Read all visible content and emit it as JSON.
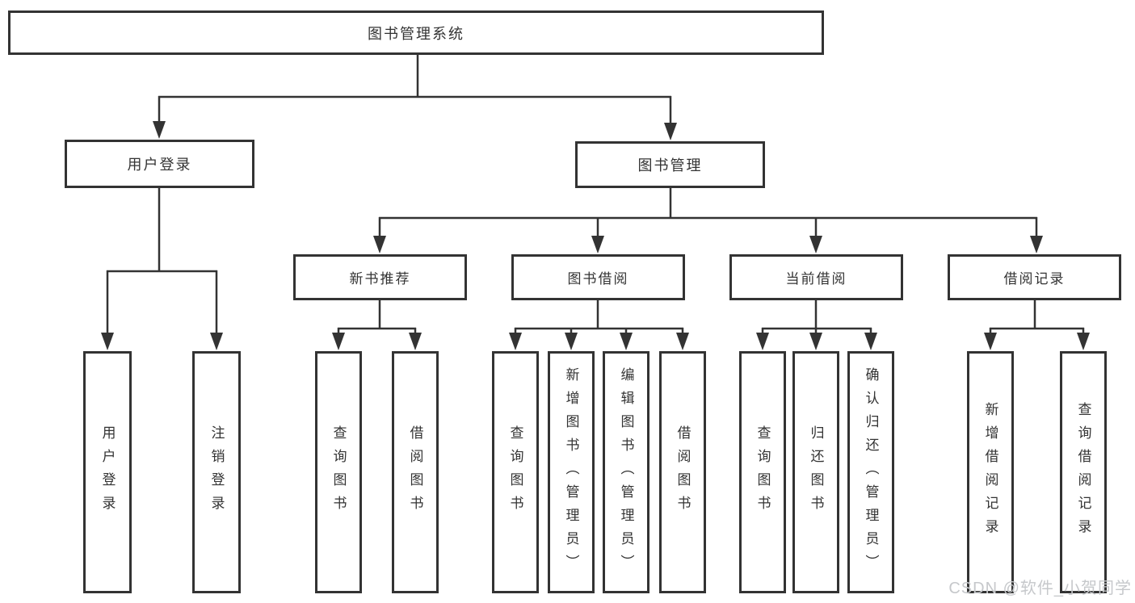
{
  "tree": {
    "root": {
      "label": "图书管理系统"
    },
    "branches": [
      {
        "label": "用户登录",
        "children": [
          {
            "label": "用户登录"
          },
          {
            "label": "注销登录"
          }
        ]
      },
      {
        "label": "图书管理",
        "children": [
          {
            "label": "新书推荐",
            "children": [
              {
                "label": "查询图书"
              },
              {
                "label": "借阅图书"
              }
            ]
          },
          {
            "label": "图书借阅",
            "children": [
              {
                "label": "查询图书"
              },
              {
                "label": "新增图书（管理员）"
              },
              {
                "label": "编辑图书（管理员）"
              },
              {
                "label": "借阅图书"
              }
            ]
          },
          {
            "label": "当前借阅",
            "children": [
              {
                "label": "查询图书"
              },
              {
                "label": "归还图书"
              },
              {
                "label": "确认归还（管理员）"
              }
            ]
          },
          {
            "label": "借阅记录",
            "children": [
              {
                "label": "新增借阅记录"
              },
              {
                "label": "查询借阅记录"
              }
            ]
          }
        ]
      }
    ]
  },
  "watermark": {
    "text": "CSDN @软件_小贺同学"
  },
  "colors": {
    "line": "#333333",
    "text": "#333333",
    "box_background": "#ffffff",
    "watermark": "#c6c8cb",
    "page_background": "#ffffff"
  }
}
